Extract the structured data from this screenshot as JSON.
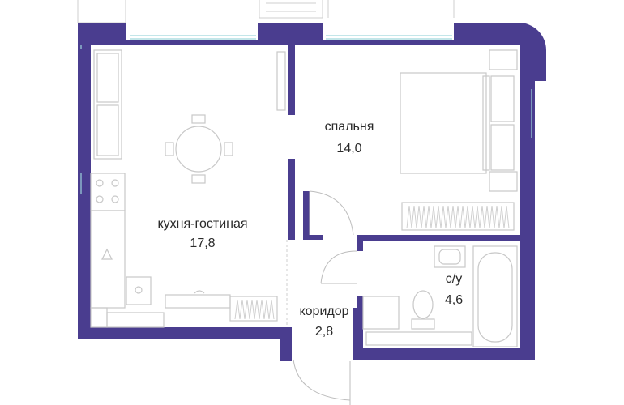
{
  "colors": {
    "wall": "#4a3d8f",
    "fixture": "#c8c8c8",
    "window_glass": "#9fd6dc"
  },
  "rooms": {
    "living": {
      "name": "кухня-гостиная",
      "area": "17,8"
    },
    "bedroom": {
      "name": "спальня",
      "area": "14,0"
    },
    "bathroom": {
      "name": "с/у",
      "area": "4,6"
    },
    "corridor": {
      "name": "коридор",
      "area": "2,8"
    }
  },
  "furniture": [
    "sofa",
    "dining-table",
    "chairs",
    "stove",
    "sink",
    "fridge",
    "double-bed",
    "nightstands",
    "radiator",
    "bathtub",
    "toilet",
    "washbasin",
    "washing-machine"
  ]
}
